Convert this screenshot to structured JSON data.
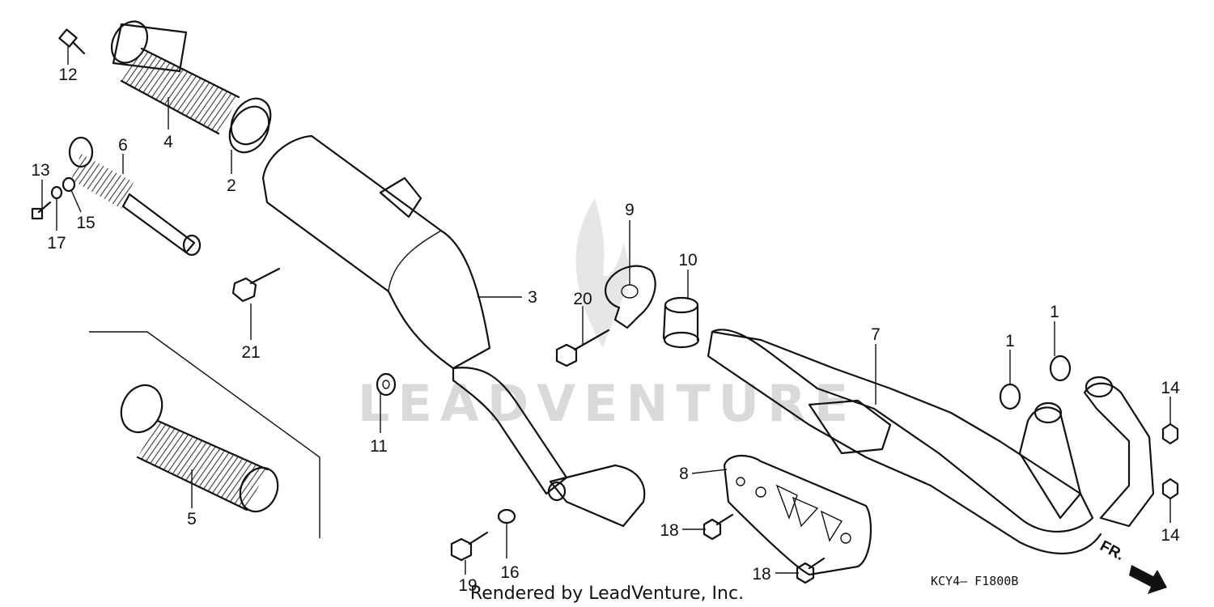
{
  "watermark": "LEADVENTURE",
  "footer_credit": "Rendered by LeadVenture, Inc.",
  "diagram_code": "KCY4— F1800B",
  "front_marker": "FR.",
  "labels": {
    "c1a": "1",
    "c1b": "1",
    "c2": "2",
    "c3": "3",
    "c4": "4",
    "c5": "5",
    "c6": "6",
    "c7": "7",
    "c8": "8",
    "c9": "9",
    "c10": "10",
    "c11": "11",
    "c12": "12",
    "c13": "13",
    "c14a": "14",
    "c14b": "14",
    "c15": "15",
    "c16": "16",
    "c17": "17",
    "c18a": "18",
    "c18b": "18",
    "c19": "19",
    "c20": "20",
    "c21": "21"
  }
}
